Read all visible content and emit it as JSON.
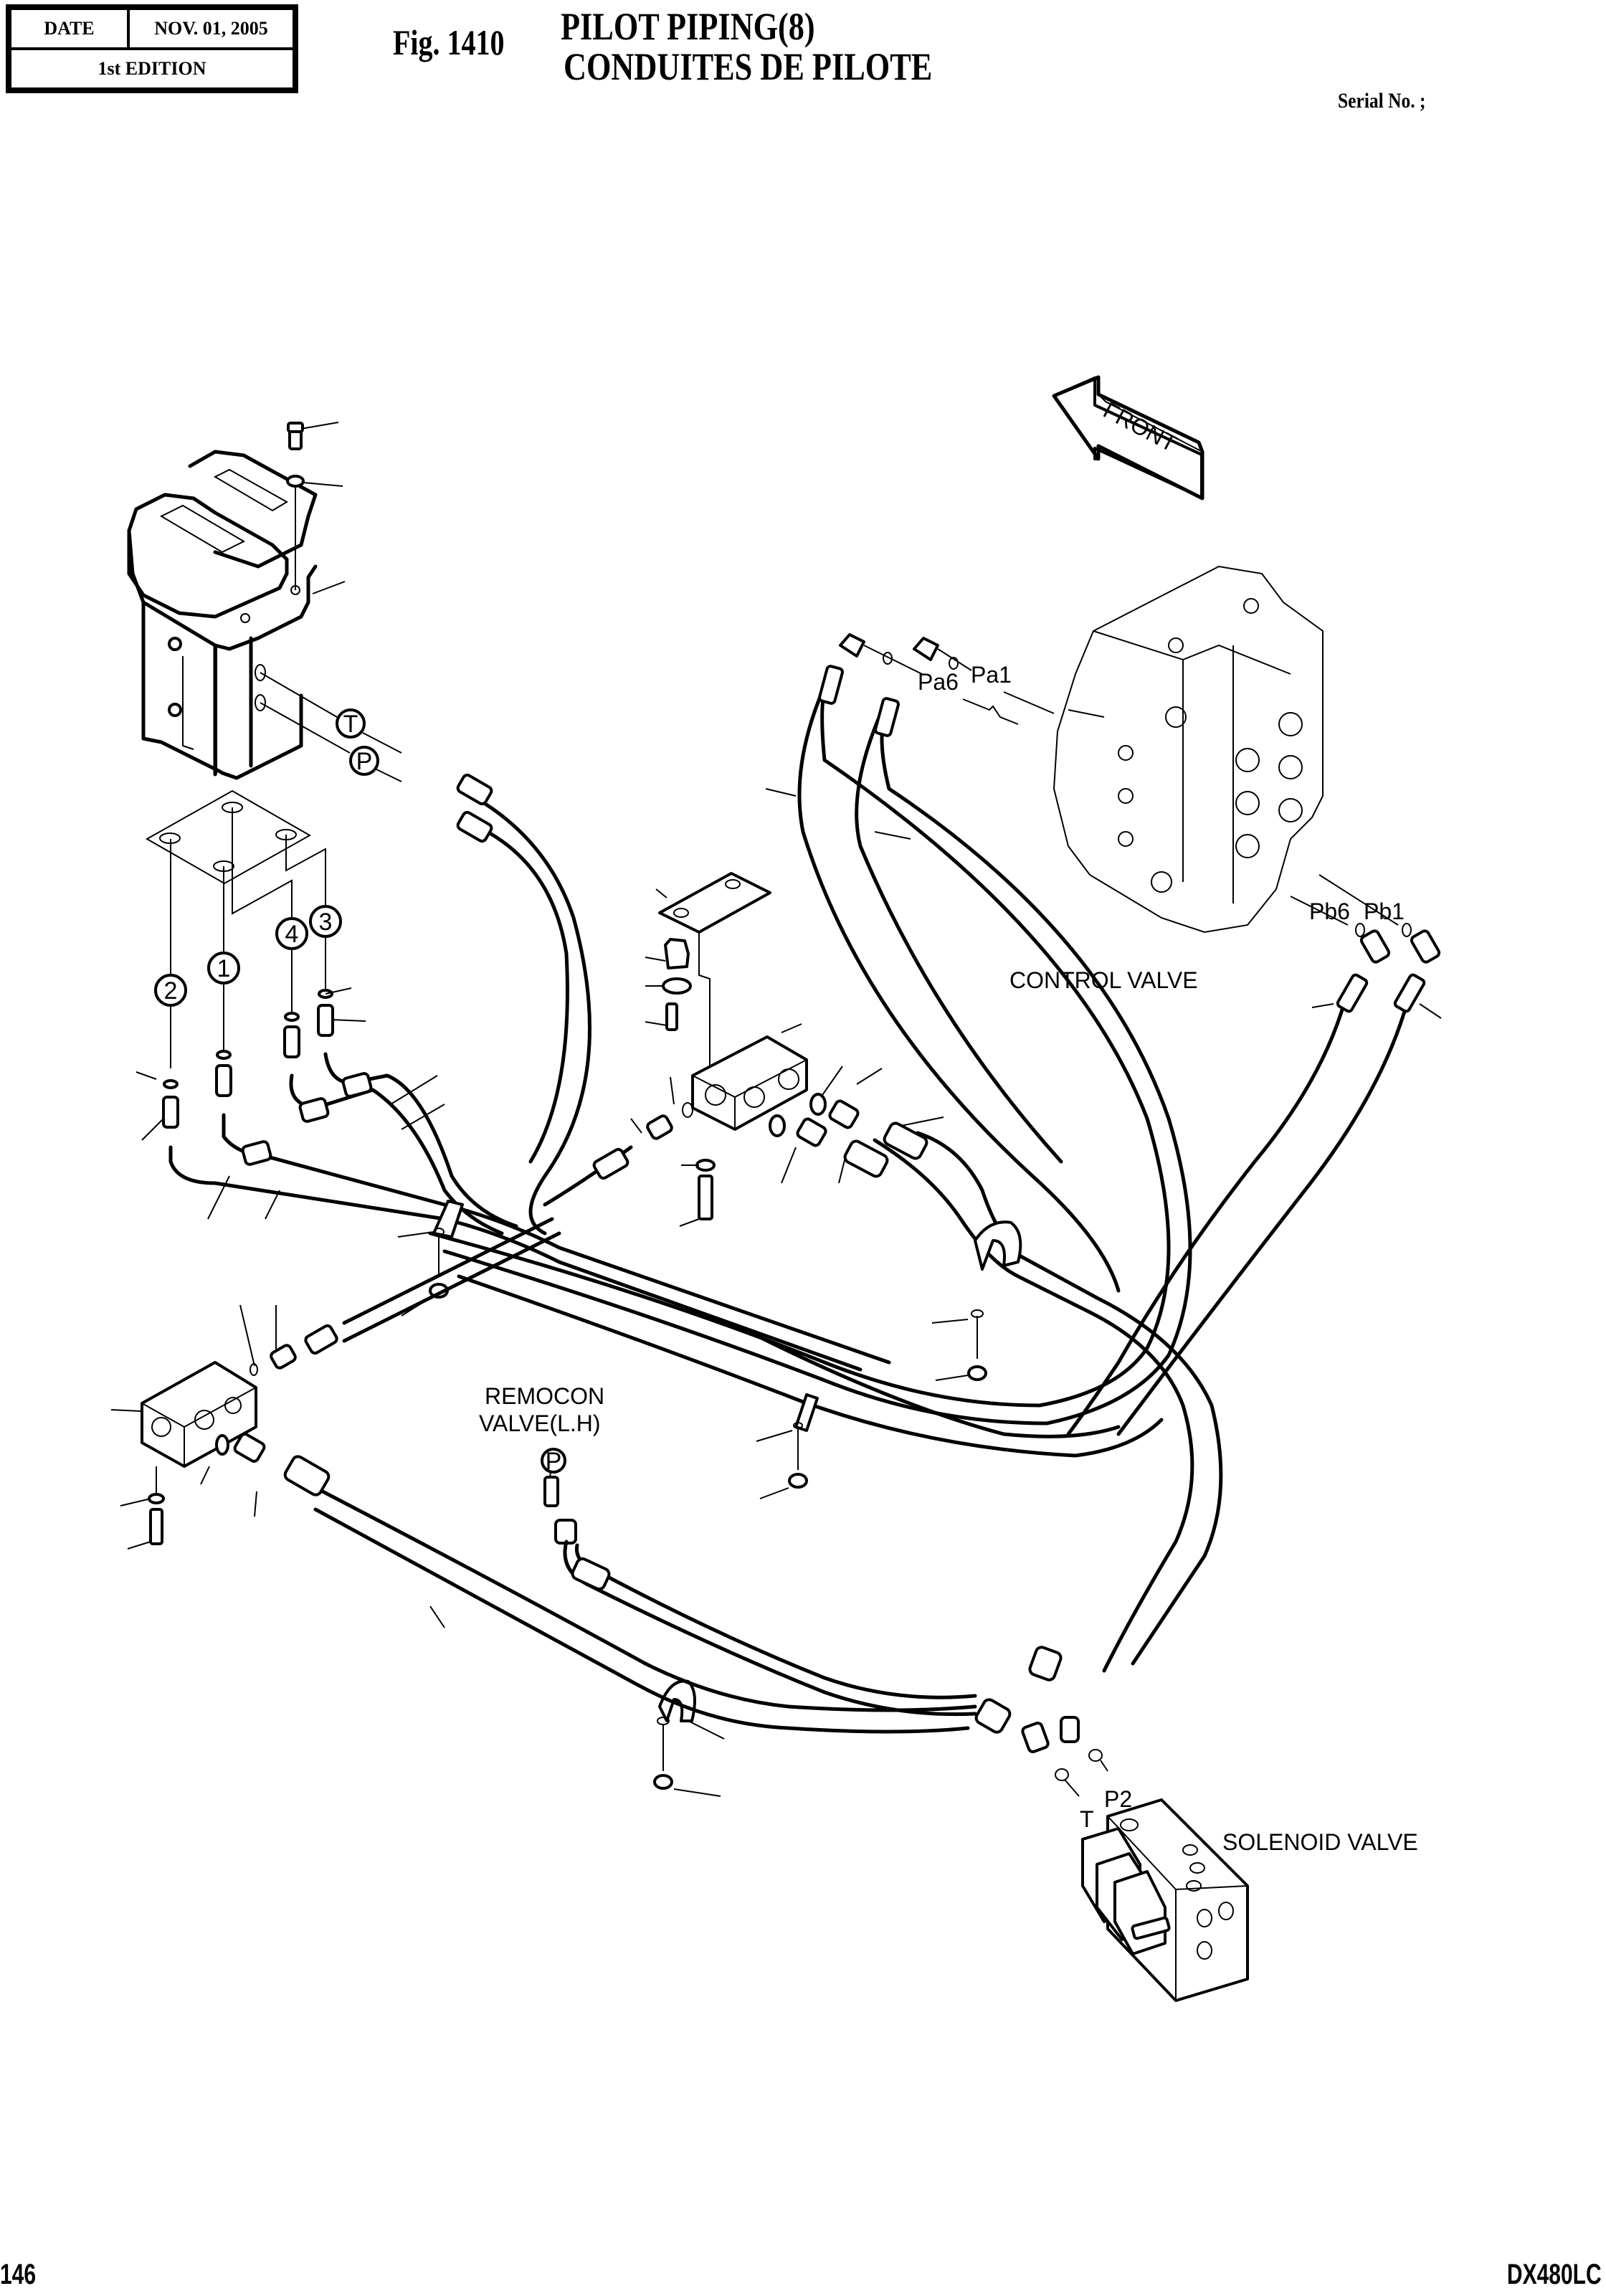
{
  "header": {
    "date_label": "DATE",
    "date_value": "NOV. 01, 2005",
    "edition": "1st EDITION",
    "fig_prefix": "Fig. 1410",
    "title_en": "PILOT PIPING(8)",
    "title_fr": "CONDUITES DE PILOTE",
    "serial": "Serial No. ;"
  },
  "footer": {
    "page_number": "146",
    "model": "DX480LC"
  },
  "diagram": {
    "front_arrow": "FRONT",
    "components": {
      "control_valve": "CONTROL VALVE",
      "remocon_line1": "REMOCON",
      "remocon_line2": "VALVE(L.H)",
      "solenoid_valve": "SOLENOID VALVE"
    },
    "port_labels": {
      "pa6": "Pa6",
      "pa1": "Pa1",
      "pb6": "Pb6",
      "pb1": "Pb1",
      "p2": "P2",
      "t_solenoid": "T"
    },
    "circled_labels": {
      "joystick_t": "T",
      "joystick_p": "P",
      "port_1": "1",
      "port_2": "2",
      "port_3": "3",
      "port_4": "4",
      "remocon_p": "P"
    }
  }
}
